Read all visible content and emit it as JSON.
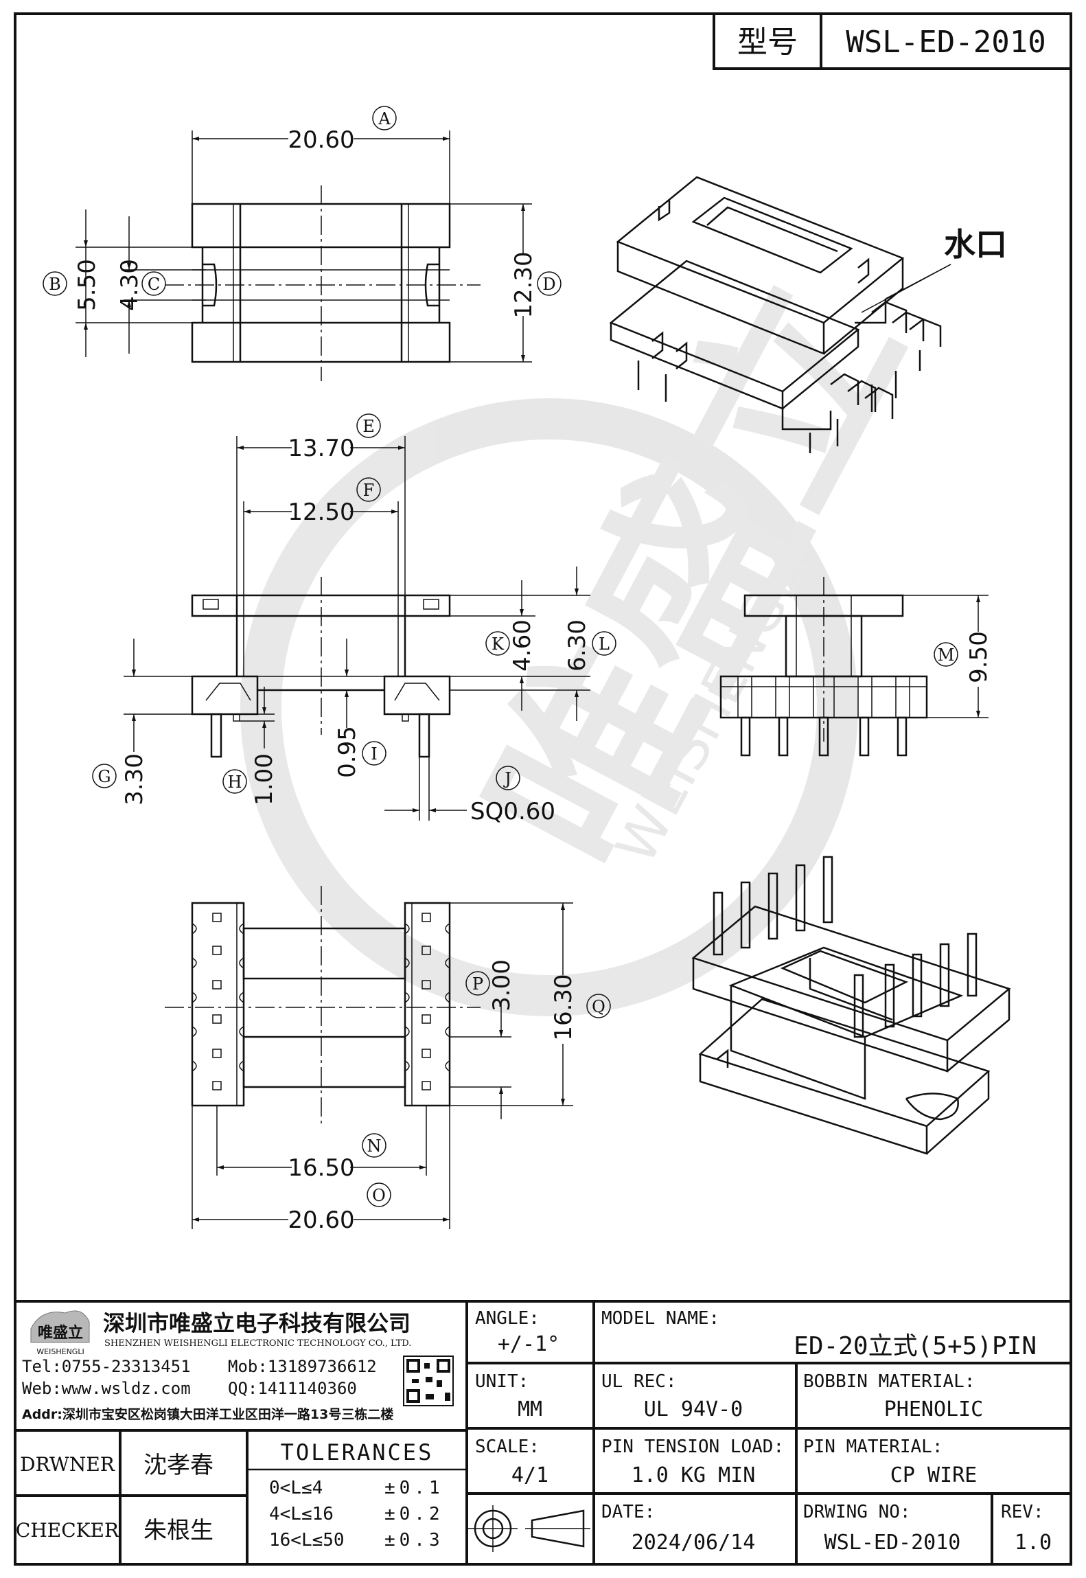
{
  "title_block_top": {
    "label": "型号",
    "value": "WSL-ED-2010"
  },
  "callout_label": "水口",
  "watermark": {
    "brand_cn": "唯盛立",
    "brand_en": "WEISHENGLI"
  },
  "dimensions": {
    "A": {
      "letter": "A",
      "value": "20.60"
    },
    "B": {
      "letter": "B",
      "value": "5.50"
    },
    "C": {
      "letter": "C",
      "value": "4.30"
    },
    "D": {
      "letter": "D",
      "value": "12.30"
    },
    "E": {
      "letter": "E",
      "value": "13.70"
    },
    "F": {
      "letter": "F",
      "value": "12.50"
    },
    "K": {
      "letter": "K",
      "value": "4.60"
    },
    "L": {
      "letter": "L",
      "value": "6.30"
    },
    "G": {
      "letter": "G",
      "value": "3.30"
    },
    "H": {
      "letter": "H",
      "value": "1.00"
    },
    "I": {
      "letter": "I",
      "value": "0.95"
    },
    "J": {
      "letter": "J",
      "value": "SQ0.60"
    },
    "M": {
      "letter": "M",
      "value": "9.50"
    },
    "P": {
      "letter": "P",
      "value": "3.00"
    },
    "Q": {
      "letter": "Q",
      "value": "16.30"
    },
    "N": {
      "letter": "N",
      "value": "16.50"
    },
    "O": {
      "letter": "O",
      "value": "20.60"
    }
  },
  "company": {
    "name_cn": "深圳市唯盛立电子科技有限公司",
    "name_en": "SHENZHEN WEISHENGLI ELECTRONIC TECHNOLOGY CO., LTD.",
    "logo_text": "唯盛立",
    "logo_sub": "WEISHENGLI",
    "tel": "Tel:0755-23313451",
    "mob": "Mob:13189736612",
    "web": "Web:www.wsldz.com",
    "qq": "QQ:1411140360",
    "addr": "Addr:深圳市宝安区松岗镇大田洋工业区田洋一路13号三栋二楼"
  },
  "title_block": {
    "angle_label": "ANGLE:",
    "angle_value": "+/-1°",
    "unit_label": "UNIT:",
    "unit_value": "MM",
    "scale_label": "SCALE:",
    "scale_value": "4/1",
    "model_label": "MODEL NAME:",
    "model_value": "ED-20立式(5+5)PIN",
    "ul_label": "UL REC:",
    "ul_value": "UL 94V-0",
    "bobbin_label": "BOBBIN MATERIAL:",
    "bobbin_value": "PHENOLIC",
    "tension_label": "PIN TENSION LOAD:",
    "tension_value": "1.0 KG MIN",
    "pin_label": "PIN MATERIAL:",
    "pin_value": "CP WIRE",
    "date_label": "DATE:",
    "date_value": "2024/06/14",
    "drwing_label": "DRWING NO:",
    "drwing_value": "WSL-ED-2010",
    "rev_label": "REV:",
    "rev_value": "1.0",
    "drawer_label": "DRWNER",
    "drawer_value": "沈孝春",
    "checker_label": "CHECKER",
    "checker_value": "朱根生",
    "tolerances_label": "TOLERANCES",
    "tol_rows": [
      {
        "range": "0<L≤4",
        "tol": "±0.1"
      },
      {
        "range": "4<L≤16",
        "tol": "±0.2"
      },
      {
        "range": "16<L≤50",
        "tol": "±0.3"
      }
    ]
  }
}
